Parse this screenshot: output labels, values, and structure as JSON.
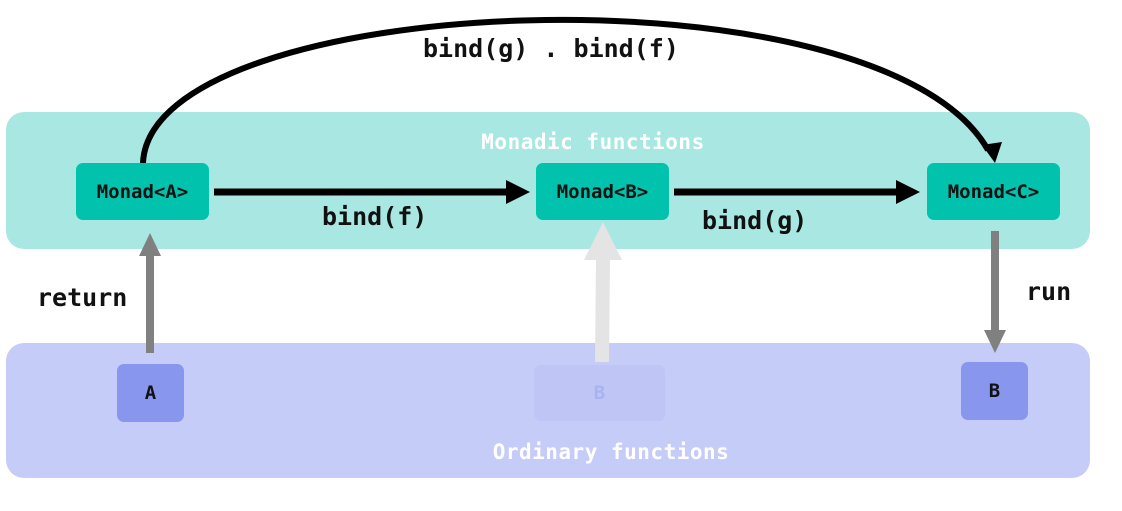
{
  "bands": {
    "monadic_title": "Monadic functions",
    "ordinary_title": "Ordinary functions"
  },
  "nodes": {
    "monad_a": "Monad<A>",
    "monad_b": "Monad<B>",
    "monad_c": "Monad<C>",
    "plain_a": "A",
    "plain_b_faded": "B",
    "plain_b": "B"
  },
  "edges": {
    "composition": "bind(g) . bind(f)",
    "bind_f": "bind(f)",
    "bind_g": "bind(g)",
    "return": "return",
    "run": "run"
  },
  "colors": {
    "monadic_band": "#a8e7e2",
    "monad_node": "#00c2ad",
    "ordinary_band": "#c6ccf8",
    "plain_node": "#8896ee",
    "vertical_arrow": "#808080",
    "faded_arrow": "#e4e4e4",
    "main_arrow": "#000000"
  }
}
